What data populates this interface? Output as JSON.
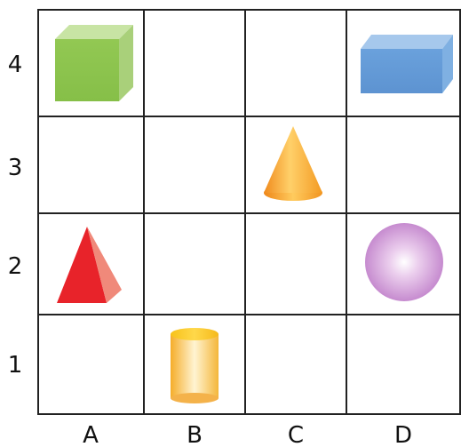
{
  "grid": {
    "row_labels": [
      "4",
      "3",
      "2",
      "1"
    ],
    "col_labels": [
      "A",
      "B",
      "C",
      "D"
    ]
  },
  "shapes": [
    {
      "name": "cube",
      "icon": "cube-icon",
      "column": "A",
      "row": "4",
      "color": "#8bc34a"
    },
    {
      "name": "cuboid",
      "icon": "cuboid-icon",
      "column": "D",
      "row": "4",
      "color": "#5b93d3"
    },
    {
      "name": "cone",
      "icon": "cone-icon",
      "column": "C",
      "row": "3",
      "color": "#f5a623"
    },
    {
      "name": "pyramid",
      "icon": "pyramid-icon",
      "column": "A",
      "row": "2",
      "color": "#e8232a"
    },
    {
      "name": "sphere",
      "icon": "sphere-icon",
      "column": "D",
      "row": "2",
      "color": "#c98ad0"
    },
    {
      "name": "cylinder",
      "icon": "cylinder-icon",
      "column": "B",
      "row": "1",
      "color": "#f7c21a"
    }
  ]
}
